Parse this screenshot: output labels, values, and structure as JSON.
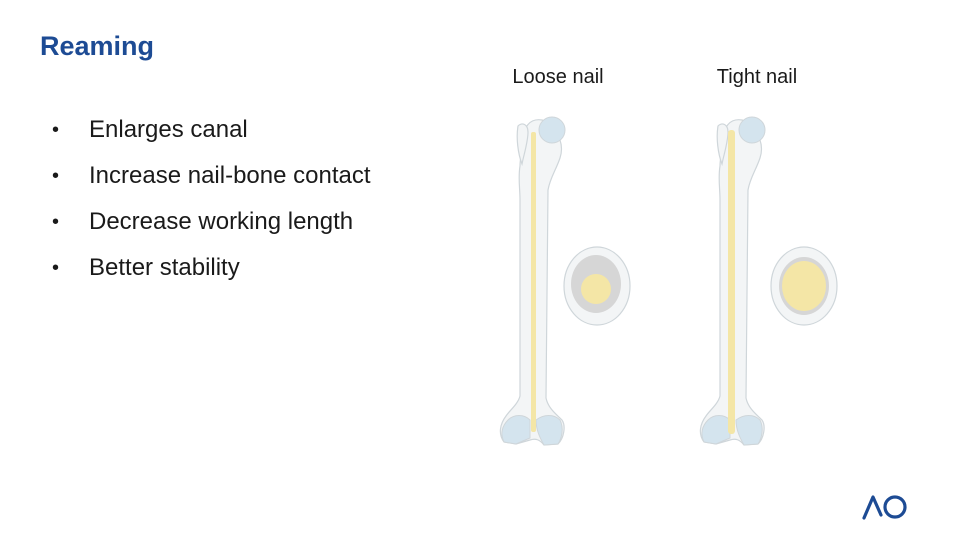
{
  "slide": {
    "title": "Reaming",
    "bullet_glyph": "•",
    "bullets": [
      "Enlarges canal",
      "Increase nail-bone contact",
      "Decrease working length",
      "Better stability"
    ],
    "columns": [
      {
        "label": "Loose nail"
      },
      {
        "label": "Tight nail"
      }
    ],
    "colors": {
      "title": "#1d4b94",
      "bone": "#f3f5f6",
      "bone_outline": "#cfd6da",
      "cartilage": "#d4e4ee",
      "nail": "#f4e6a6",
      "gap": "#d6d6d6",
      "logo": "#1d4b94"
    },
    "logo": {
      "icon": "ao-logo-icon"
    }
  }
}
